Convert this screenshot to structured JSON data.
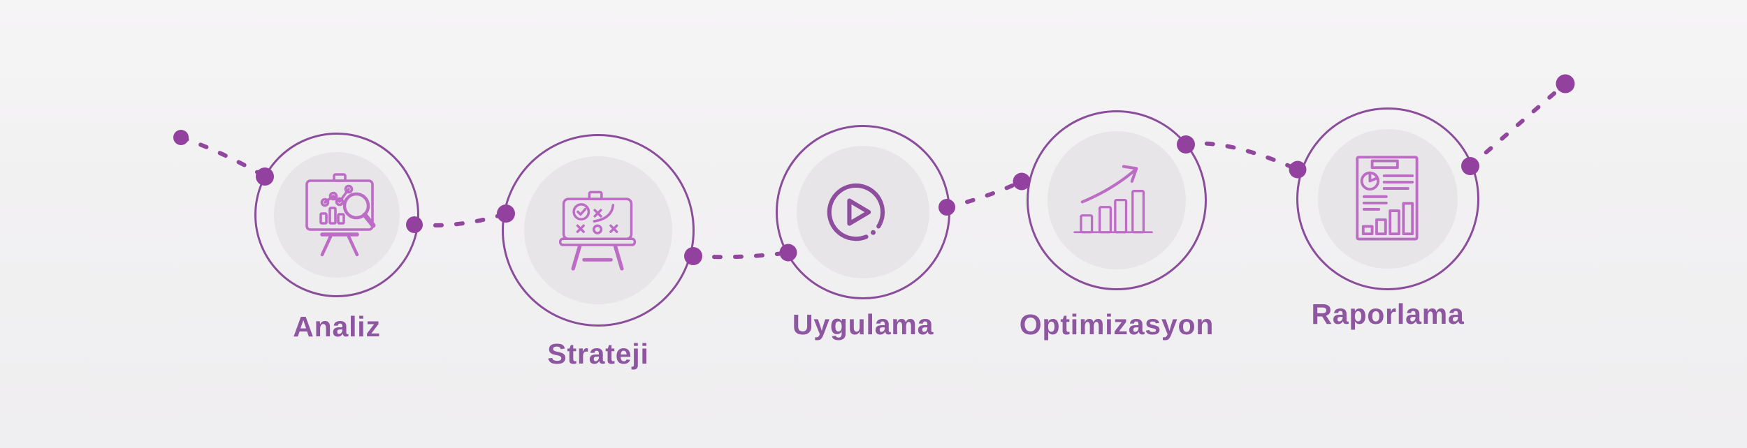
{
  "diagram_title": "",
  "steps": [
    {
      "label": "Analiz",
      "icon": "analysis-chart-board-icon"
    },
    {
      "label": "Strateji",
      "icon": "strategy-board-icon"
    },
    {
      "label": "Uygulama",
      "icon": "play-button-icon"
    },
    {
      "label": "Optimizasyon",
      "icon": "growth-bars-arrow-icon"
    },
    {
      "label": "Raporlama",
      "icon": "report-document-icon"
    }
  ],
  "colors": {
    "bg": "#f2f1f2",
    "bg-top": "#f6f5f6",
    "bg-bottom": "#efeef0",
    "ring": "#8a4d9b",
    "disc": "#e7e5e8",
    "dot": "#93419f",
    "dash": "#92479e",
    "label": "#8e55a0",
    "icon-light": "#bd6cc5",
    "icon-dark": "#8e4d9e"
  }
}
